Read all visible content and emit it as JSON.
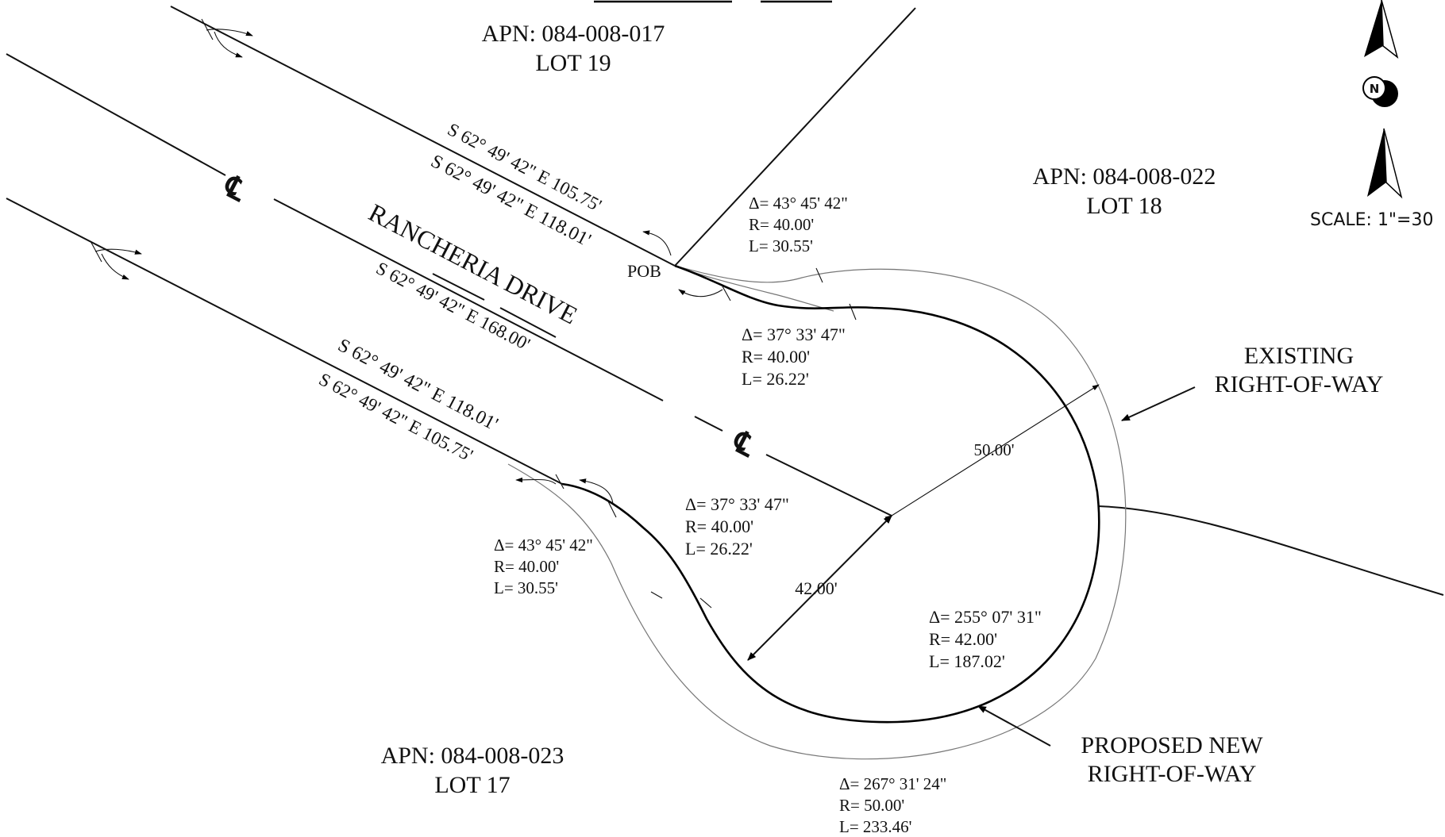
{
  "parcels": {
    "lot19": {
      "apn": "APN: 084-008-017",
      "lot": "LOT 19"
    },
    "lot18": {
      "apn": "APN: 084-008-022",
      "lot": "LOT 18"
    },
    "lot17": {
      "apn": "APN: 084-008-023",
      "lot": "LOT 17"
    }
  },
  "road": {
    "name": "RANCHERIA DRIVE",
    "centerline_symbol": "℄",
    "centerline_bearing": "S 62° 49' 42\" E  168.00'"
  },
  "bearings": {
    "north_existing": "S 62° 49' 42\" E  105.75'",
    "north_proposed": "S 62° 49' 42\" E  118.01'",
    "south_proposed": "S 62° 49' 42\" E  118.01'",
    "south_existing": "S 62° 49' 42\" E  105.75'"
  },
  "pob": "POB",
  "curves": {
    "ne_existing": {
      "delta": "Δ= 43° 45' 42\"",
      "radius": "R= 40.00'",
      "length": "L= 30.55'"
    },
    "ne_proposed": {
      "delta": "Δ= 37° 33' 47\"",
      "radius": "R= 40.00'",
      "length": "L= 26.22'"
    },
    "sw_proposed": {
      "delta": "Δ= 37° 33' 47\"",
      "radius": "R= 40.00'",
      "length": "L= 26.22'"
    },
    "sw_existing": {
      "delta": "Δ= 43° 45' 42\"",
      "radius": "R= 40.00'",
      "length": "L= 30.55'"
    },
    "bulb_proposed": {
      "delta": "Δ= 255° 07' 31\"",
      "radius": "R= 42.00'",
      "length": "L= 187.02'"
    },
    "bulb_existing": {
      "delta": "Δ= 267° 31' 24\"",
      "radius": "R= 50.00'",
      "length": "L= 233.46'"
    }
  },
  "dimensions": {
    "existing_radius": "50.00'",
    "proposed_radius": "42.00'"
  },
  "callouts": {
    "existing_line1": "EXISTING",
    "existing_line2": "RIGHT-OF-WAY",
    "proposed_line1": "PROPOSED NEW",
    "proposed_line2": "RIGHT-OF-WAY"
  },
  "north_arrow": {
    "letter": "N"
  },
  "scale": {
    "label": "SCALE:  1\"=30"
  },
  "icons": [
    "north-arrow-icon",
    "compass-n-icon",
    "curve-arrow-icon",
    "centerline-icon"
  ]
}
